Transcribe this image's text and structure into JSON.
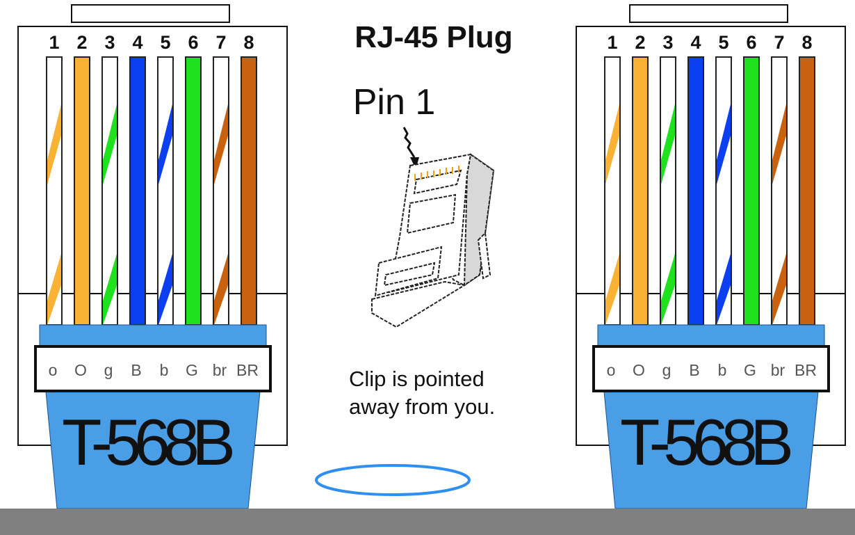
{
  "title": "RJ-45 Plug",
  "pin_label": "Pin 1",
  "caption_line1": "Clip is pointed",
  "caption_line2": "away from you.",
  "connectors": [
    {
      "standard": "T-568B"
    },
    {
      "standard": "T-568B"
    }
  ],
  "pins": [
    {
      "number": "1",
      "code": "o",
      "color": "#f9b233",
      "striped": true
    },
    {
      "number": "2",
      "code": "O",
      "color": "#f9b233",
      "striped": false
    },
    {
      "number": "3",
      "code": "g",
      "color": "#1ee21e",
      "striped": true
    },
    {
      "number": "4",
      "code": "B",
      "color": "#0b3ff0",
      "striped": false
    },
    {
      "number": "5",
      "code": "b",
      "color": "#0b3ff0",
      "striped": true
    },
    {
      "number": "6",
      "code": "G",
      "color": "#1ee21e",
      "striped": false
    },
    {
      "number": "7",
      "code": "br",
      "color": "#c8620e",
      "striped": true
    },
    {
      "number": "8",
      "code": "BR",
      "color": "#c8620e",
      "striped": false
    }
  ],
  "colors": {
    "jacket": "#4a9ee6",
    "bottom_bar": "#808080",
    "ellipse": "#2f8ff0"
  }
}
